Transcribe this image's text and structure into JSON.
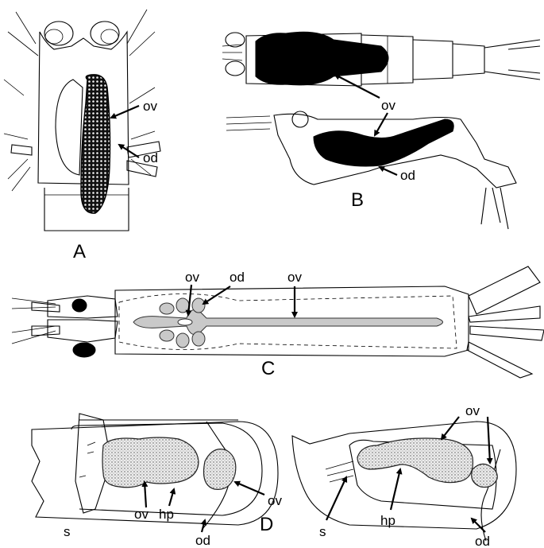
{
  "panels": {
    "A": {
      "letter": "A",
      "ov": "ov",
      "od": "od"
    },
    "B": {
      "letter": "B",
      "ov": "ov",
      "od": "od"
    },
    "C": {
      "letter": "C",
      "ov_left": "ov",
      "od": "od",
      "ov_right": "ov"
    },
    "D": {
      "letter": "D",
      "left": {
        "s": "s",
        "ov_mid": "ov",
        "hp": "hp",
        "od": "od",
        "ov_right": "ov"
      },
      "right": {
        "ov": "ov",
        "s": "s",
        "hp": "hp",
        "od": "od"
      }
    }
  }
}
